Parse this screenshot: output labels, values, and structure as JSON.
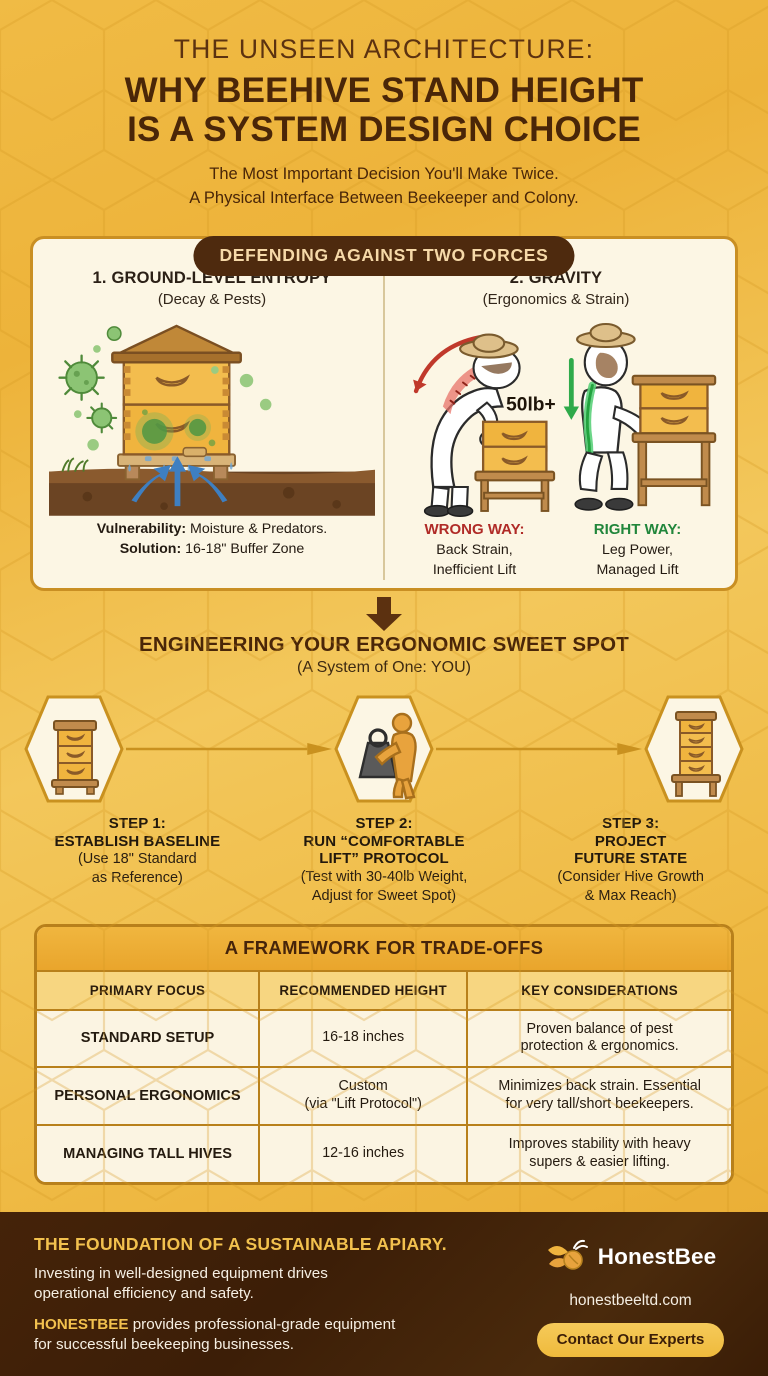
{
  "header": {
    "kicker": "THE UNSEEN ARCHITECTURE:",
    "line1": "WHY BEEHIVE STAND HEIGHT",
    "line2": "IS A SYSTEM DESIGN CHOICE",
    "sub1": "The Most Important Decision You'll Make Twice.",
    "sub2": "A Physical Interface Between Beekeeper and Colony."
  },
  "forces": {
    "banner": "DEFENDING AGAINST TWO FORCES",
    "left": {
      "title": "1. GROUND-LEVEL ENTROPY",
      "subtitle": "(Decay & Pests)",
      "foot_label_1": "Vulnerability:",
      "foot_text_1": "Moisture & Predators.",
      "foot_label_2": "Solution:",
      "foot_text_2": "16-18\" Buffer Zone"
    },
    "right": {
      "title": "2. GRAVITY",
      "subtitle": "(Ergonomics & Strain)",
      "weight_label": "50lb+",
      "wrong_label": "WRONG WAY:",
      "wrong_l1": "Back Strain,",
      "wrong_l2": "Inefficient Lift",
      "right_label": "RIGHT WAY:",
      "right_l1": "Leg Power,",
      "right_l2": "Managed Lift"
    }
  },
  "process": {
    "title": "ENGINEERING YOUR ERGONOMIC SWEET SPOT",
    "subtitle": "(A System of One: YOU)",
    "steps": [
      {
        "head1": "STEP 1:",
        "head2": "ESTABLISH BASELINE",
        "body1": "(Use 18\" Standard",
        "body2": "as Reference)",
        "icon": "beehive-icon"
      },
      {
        "head1": "STEP 2:",
        "head2": "RUN “COMFORTABLE",
        "head3": "LIFT” PROTOCOL",
        "body1": "(Test with 30-40lb Weight,",
        "body2": "Adjust for Sweet Spot)",
        "icon": "lifting-weight-icon"
      },
      {
        "head1": "STEP 3:",
        "head2": "PROJECT",
        "head3": "FUTURE STATE",
        "body1": "(Consider Hive Growth",
        "body2": "& Max Reach)",
        "icon": "tall-beehive-icon"
      }
    ]
  },
  "table": {
    "title": "A FRAMEWORK FOR TRADE-OFFS",
    "columns": [
      "PRIMARY FOCUS",
      "RECOMMENDED HEIGHT",
      "KEY CONSIDERATIONS"
    ],
    "rows": [
      {
        "focus": "STANDARD SETUP",
        "height": "16-18 inches",
        "notes_l1": "Proven balance of pest",
        "notes_l2": "protection & ergonomics."
      },
      {
        "focus": "PERSONAL ERGONOMICS",
        "height_l1": "Custom",
        "height_l2": "(via \"Lift Protocol\")",
        "notes_l1": "Minimizes back strain. Essential",
        "notes_l2": "for very tall/short beekeepers."
      },
      {
        "focus": "MANAGING TALL HIVES",
        "height": "12-16 inches",
        "notes_l1": "Improves stability with heavy",
        "notes_l2": "supers & easier lifting."
      }
    ]
  },
  "footer": {
    "heading": "THE FOUNDATION OF A SUSTAINABLE APIARY.",
    "para1_l1": "Investing in well-designed equipment drives",
    "para1_l2": "operational efficiency and safety.",
    "brand": "HONESTBEE",
    "para2_rest": " provides professional-grade equipment",
    "para2_l2": "for successful beekeeping businesses.",
    "logo_name": "HonestBee",
    "url": "honestbeeltd.com",
    "cta": "Contact Our Experts"
  },
  "colors": {
    "bg_gold": "#EFBA44",
    "dark_brown": "#4A2608",
    "panel_cream": "#FCF6E4",
    "panel_border": "#C98F23",
    "accent_amber": "#F2C14E",
    "wrong_red": "#B02B27",
    "right_green": "#21863B",
    "table_border": "#B8801B",
    "table_head": "#F7D681"
  }
}
